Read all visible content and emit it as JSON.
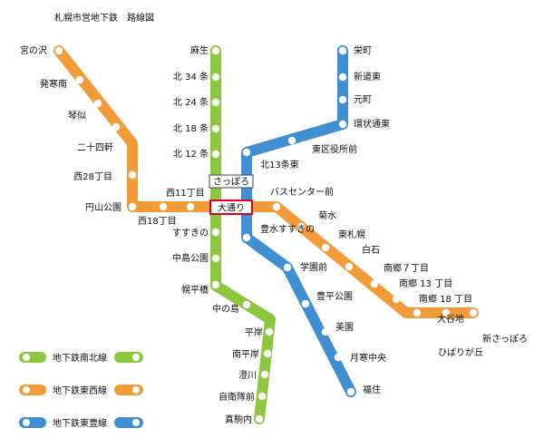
{
  "title": "札幌市営地下鉄　路線図",
  "colors": {
    "namboku": "#8dc63f",
    "tozai": "#f39a39",
    "toho": "#3f8fd2",
    "hub_border": "#e0001b"
  },
  "lines": [
    {
      "id": "namboku",
      "name": "地下鉄南北線",
      "stations": [
        "麻生",
        "北 34 条",
        "北 24 条",
        "北 18 条",
        "北 12 条",
        "さっぽろ",
        "大通",
        "すすきの",
        "中島公園",
        "幌平橋",
        "中の島",
        "平岸",
        "南平岸",
        "澄川",
        "自衛隊前",
        "真駒内"
      ]
    },
    {
      "id": "tozai",
      "name": "地下鉄東西線",
      "stations": [
        "宮の沢",
        "発寒南",
        "琴似",
        "二十四軒",
        "西28丁目",
        "円山公園",
        "西18丁目",
        "西11丁目",
        "大通",
        "バスセンター前",
        "菊水",
        "東札幌",
        "白石",
        "南郷７丁目",
        "南郷 13 丁目",
        "南郷 18 丁目",
        "大谷地",
        "ひばりが丘",
        "新さっぽろ"
      ]
    },
    {
      "id": "toho",
      "name": "地下鉄東豊線",
      "stations": [
        "栄町",
        "新道東",
        "元町",
        "環状通東",
        "東区役所前",
        "北13条東",
        "さっぽろ",
        "大通",
        "豊水すすきの",
        "学園前",
        "豊平公園",
        "美園",
        "月寒中央",
        "福住"
      ]
    }
  ],
  "hubs": [
    "さっぽろ",
    "大通り"
  ],
  "legend": [
    {
      "line": "namboku",
      "label": "地下鉄南北線"
    },
    {
      "line": "tozai",
      "label": "地下鉄東西線"
    },
    {
      "line": "toho",
      "label": "地下鉄東豊線"
    }
  ]
}
